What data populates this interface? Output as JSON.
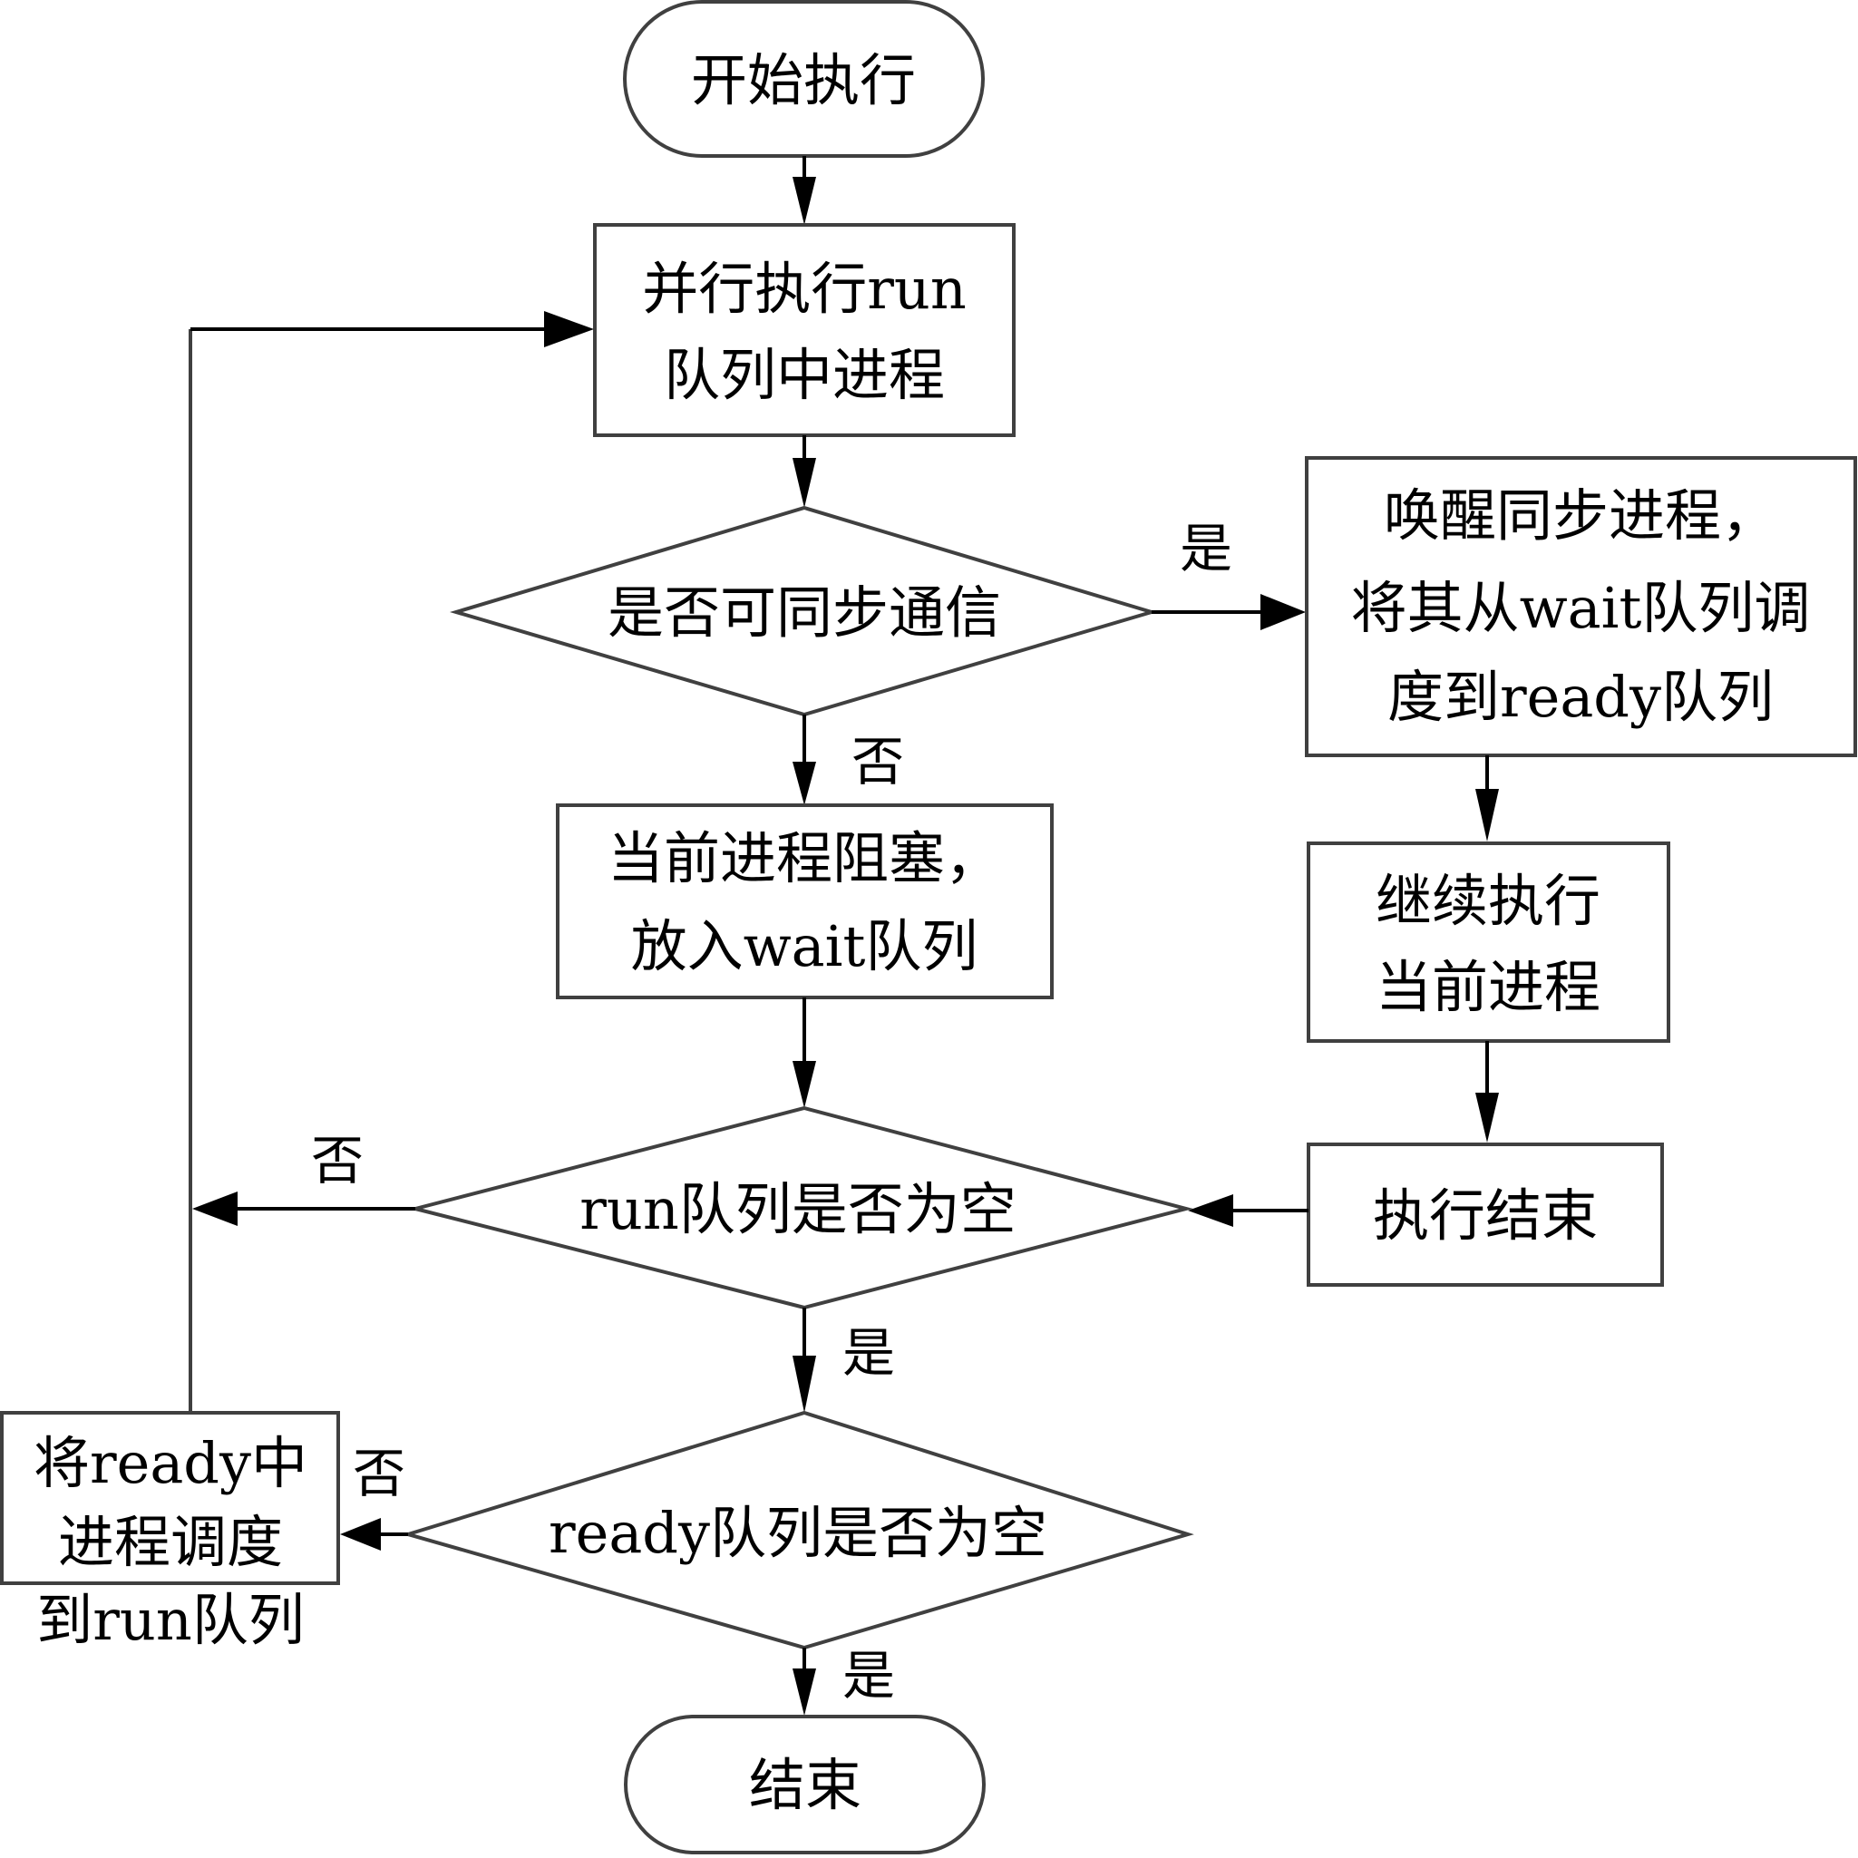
{
  "nodes": {
    "start": {
      "label": "开始执行"
    },
    "parallel": {
      "lines": [
        "并行执行run",
        "队列中进程"
      ]
    },
    "sync_check": {
      "label": "是否可同步通信"
    },
    "wake": {
      "lines": [
        "唤醒同步进程，",
        "将其从wait队列调",
        "度到ready队列"
      ]
    },
    "block": {
      "lines": [
        "当前进程阻塞，",
        "放入wait队列"
      ]
    },
    "continue": {
      "lines": [
        "继续执行",
        "当前进程"
      ]
    },
    "finish_exec": {
      "label": "执行结束"
    },
    "run_empty": {
      "label": "run队列是否为空"
    },
    "ready_empty": {
      "label": "ready队列是否为空"
    },
    "schedule": {
      "lines": [
        "将ready中",
        "进程调度",
        "到run队列"
      ]
    },
    "end": {
      "label": "结束"
    }
  },
  "edge_labels": {
    "sync_yes": "是",
    "sync_no": "否",
    "run_no": "否",
    "run_yes": "是",
    "ready_no": "否",
    "ready_yes": "是"
  }
}
